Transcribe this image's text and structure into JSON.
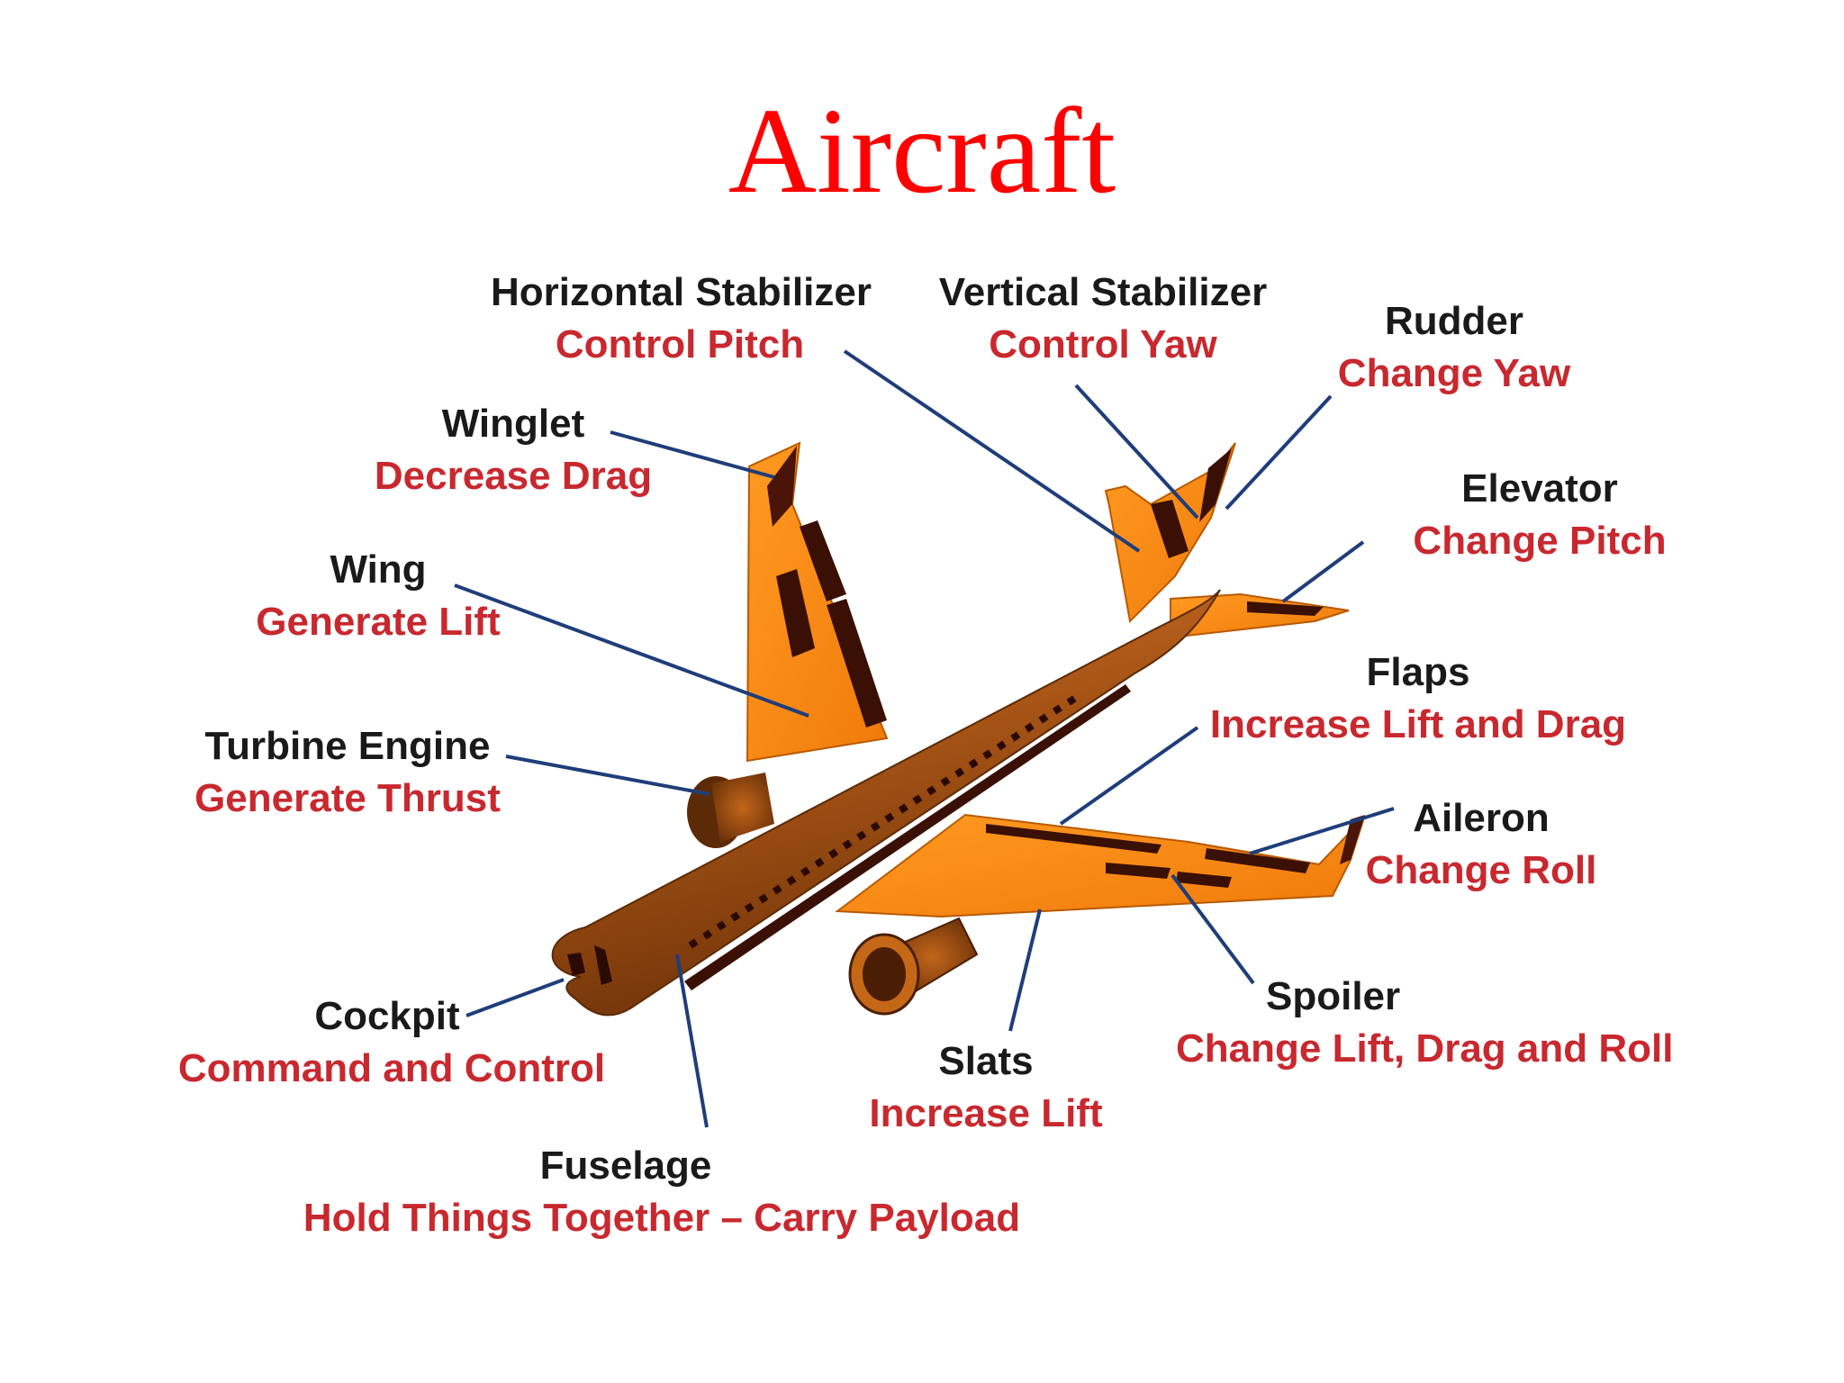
{
  "title": "Aircraft",
  "colors": {
    "title": "#ff0000",
    "part_name": "#1a1a1a",
    "part_function": "#c8282e",
    "leader_line": "#1f3d7a",
    "body_orange": "#ff8c1a",
    "fuselage_brown": "#a0521a",
    "dark_detail": "#3a1005"
  },
  "parts": {
    "horizontal_stabilizer": {
      "name": "Horizontal Stabilizer",
      "function": "Control   Pitch"
    },
    "vertical_stabilizer": {
      "name": "Vertical Stabilizer",
      "function": "Control   Yaw"
    },
    "rudder": {
      "name": "Rudder",
      "function": "Change Yaw"
    },
    "winglet": {
      "name": "Winglet",
      "function": "Decrease Drag"
    },
    "elevator": {
      "name": "Elevator",
      "function": "Change   Pitch"
    },
    "wing": {
      "name": "Wing",
      "function": "Generate Lift"
    },
    "flaps": {
      "name": "Flaps",
      "function": "Increase Lift  and Drag"
    },
    "turbine_engine": {
      "name": "Turbine  Engine",
      "function": "Generate  Thrust"
    },
    "aileron": {
      "name": "Aileron",
      "function": "Change Roll"
    },
    "spoiler": {
      "name": "Spoiler",
      "function": "Change Lift, Drag and Roll"
    },
    "cockpit": {
      "name": "Cockpit",
      "function": "Command and Control"
    },
    "slats": {
      "name": "Slats",
      "function": "Increase Lift"
    },
    "fuselage": {
      "name": "Fuselage",
      "function": "Hold Things Together – Carry Payload"
    }
  }
}
